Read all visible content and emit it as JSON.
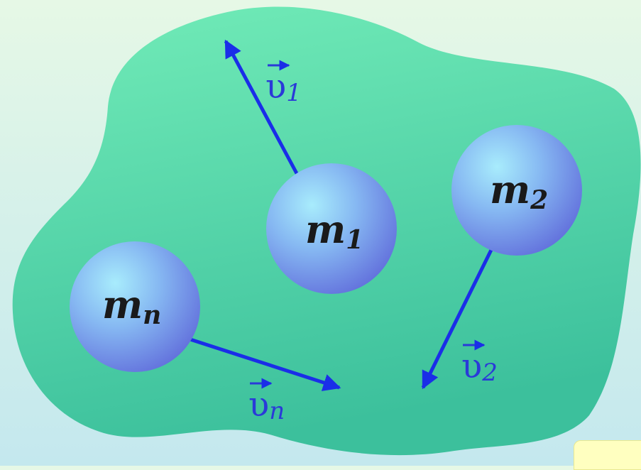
{
  "colors": {
    "blob_light": "#6ee8b4",
    "blob_dark": "#3ec49a",
    "sphere_light": "#9fe4fb",
    "sphere_dark": "#6a7ae0",
    "arrow": "#1a2ee8",
    "mass_text": "#1a1a1a",
    "velocity_text": "#2a3ad8",
    "corner_tab": "#ffffc0"
  },
  "masses": {
    "m1": {
      "base": "m",
      "sub": "1"
    },
    "m2": {
      "base": "m",
      "sub": "2"
    },
    "mn": {
      "base": "m",
      "sub": "n"
    }
  },
  "velocities": {
    "v1": {
      "base": "υ",
      "sub": "1"
    },
    "v2": {
      "base": "υ",
      "sub": "2"
    },
    "vn": {
      "base": "υ",
      "sub": "n"
    }
  }
}
